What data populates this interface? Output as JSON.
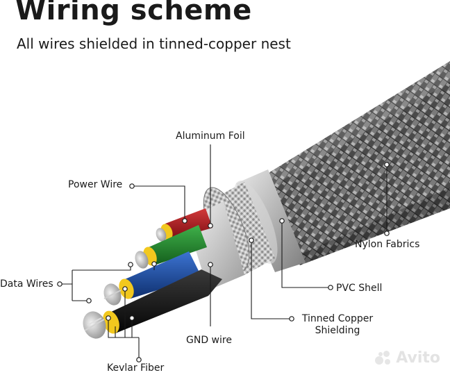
{
  "title": "Wiring scheme",
  "subtitle": "All wires shielded in tinned-copper nest",
  "labels": {
    "aluminum_foil": "Aluminum Foil",
    "power_wire": "Power Wire",
    "data_wires": "Data Wires",
    "nylon_fabrics": "Nylon Fabrics",
    "pvc_shell": "PVC Shell",
    "tinned_copper_line1": "Tinned Copper",
    "tinned_copper_line2": "Shielding",
    "gnd_wire": "GND wire",
    "kevlar_fiber": "Kevlar Fiber"
  },
  "watermark": "Avito",
  "colors": {
    "power_wire": "#b0141c",
    "data_wire_green": "#1f8a2a",
    "data_wire_blue": "#1c4fa8",
    "gnd_wire": "#111111",
    "aluminum_foil": "#c9c9c9",
    "kevlar_fiber": "#f2c81e",
    "braid": "#5a5a5a",
    "pvc_shell": "#a8a8a8"
  }
}
